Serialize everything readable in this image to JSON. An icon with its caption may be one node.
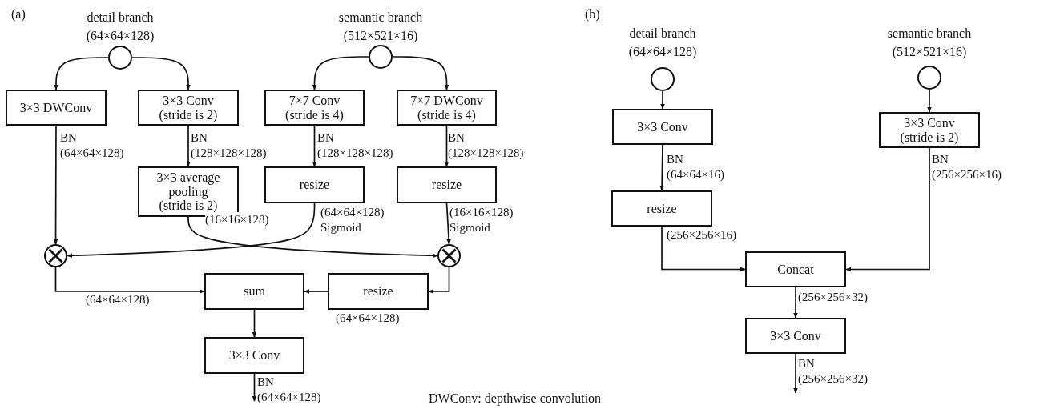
{
  "diagram": {
    "nodes": [
      {
        "text": [],
        "shape": "circle",
        "beside": [
          "detail branch",
          "(64×64×128)"
        ]
      },
      {
        "text": [],
        "shape": "circle",
        "beside": [
          "semantic branch",
          "(512×521×16)"
        ]
      },
      {
        "text": [
          "3×3 DWConv"
        ]
      },
      {
        "text": [
          "3×3 Conv (stride is 2)"
        ]
      },
      {
        "text": [
          "7×7 Conv (stride is 4)"
        ]
      },
      {
        "text": [
          "7×7 DWConv (stride is 4)"
        ]
      },
      {
        "text": [
          "3×3 average pooling (stride is 2)"
        ]
      },
      {
        "text": [
          "resize"
        ]
      },
      {
        "text": [
          "resize"
        ]
      },
      {
        "text": [],
        "shape": "circle"
      },
      {
        "text": [],
        "shape": "circle"
      },
      {
        "text": [
          "sum"
        ]
      },
      {
        "text": [
          "resize"
        ],
        "beside": [
          "(64×64×128)"
        ]
      },
      {
        "text": [
          "3×3 Conv"
        ]
      },
      {
        "text": [],
        "shape": "circle",
        "beside": [
          "detail branch",
          "(64×64×128)"
        ]
      },
      {
        "text": [],
        "shape": "circle",
        "beside": [
          "semantic branch",
          "(512×521×16)"
        ]
      },
      {
        "text": [
          "3×3 Conv"
        ]
      },
      {
        "text": [
          "resize"
        ]
      },
      {
        "text": [
          "3×3 Conv (stride is 2)"
        ]
      },
      {
        "text": [
          "Concat"
        ]
      },
      {
        "text": [
          "3×3 Conv"
        ]
      }
    ],
    "edges": [
      {
        "from": 0,
        "to": 2,
        "arrow": "to"
      },
      {
        "from": 0,
        "to": 3,
        "arrow": "to"
      },
      {
        "from": 1,
        "to": 4,
        "arrow": "to"
      },
      {
        "from": 1,
        "to": 5,
        "arrow": "to"
      },
      {
        "from": 2,
        "to": 9,
        "arrow": "to",
        "label": "BN (64×64×128)"
      },
      {
        "from": 3,
        "to": 6,
        "arrow": "to",
        "label": "BN (128×128×128)"
      },
      {
        "from": 4,
        "to": 7,
        "arrow": "to",
        "label": "BN (128×128×128)"
      },
      {
        "from": 5,
        "to": 8,
        "arrow": "to",
        "label": "BN (128×128×128)"
      },
      {
        "from": 6,
        "to": 10,
        "arrow": "to",
        "label": "(16×16×128)"
      },
      {
        "from": 7,
        "to": 9,
        "arrow": "to",
        "label": "(64×64×128) Sigmoid"
      },
      {
        "from": 8,
        "to": 10,
        "arrow": "to",
        "label": "(16×16×128) Sigmoid"
      },
      {
        "from": 9,
        "to": 11,
        "arrow": "to",
        "label": "(64×64×128)"
      },
      {
        "from": 10,
        "to": 12,
        "arrow": "to"
      },
      {
        "from": 12,
        "to": 11,
        "arrow": "to"
      },
      {
        "from": 11,
        "to": 13,
        "arrow": "to"
      },
      {
        "from": 13,
        "to": null,
        "arrow": "to",
        "label": "BN (64×64×128)"
      },
      {
        "from": 14,
        "to": 16,
        "arrow": "to"
      },
      {
        "from": 16,
        "to": 17,
        "arrow": "to",
        "label": "BN (64×64×16)"
      },
      {
        "from": 17,
        "to": 19,
        "arrow": "to",
        "label": "(256×256×16)"
      },
      {
        "from": 15,
        "to": 18,
        "arrow": "to"
      },
      {
        "from": 18,
        "to": 19,
        "arrow": "to",
        "label": "BN (256×256×16)"
      },
      {
        "from": 19,
        "to": 20,
        "arrow": "to",
        "label": "(256×256×32)"
      },
      {
        "from": 20,
        "to": null,
        "arrow": "to",
        "label": "BN (256×256×32)"
      }
    ],
    "labels": [
      "(a)",
      "(b)",
      "DWConv: depthwise convolution"
    ]
  }
}
